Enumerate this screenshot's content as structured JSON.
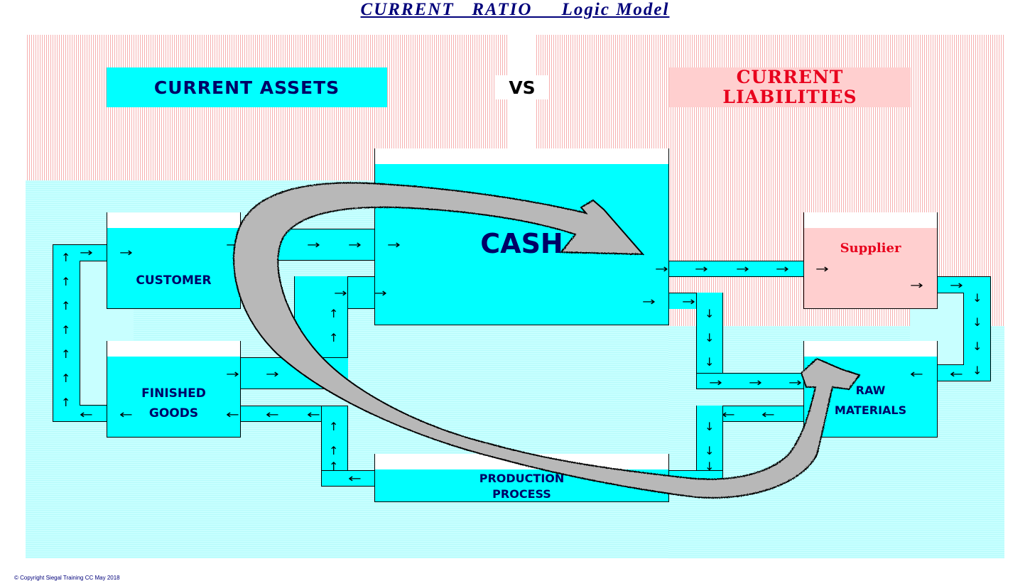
{
  "title": "CURRENT   RATIO     Logic Model",
  "assets_label": "CURRENT ASSETS",
  "vs_label": "VS",
  "liabilities_label": "CURRENT LIABILITIES",
  "nodes": {
    "cash": "CASH",
    "customer": "CUSTOMER",
    "finished_goods_line1": "FINISHED",
    "finished_goods_line2": "GOODS",
    "production_line1": "PRODUCTION",
    "production_line2": "PROCESS",
    "supplier": "Supplier",
    "raw_line1": "RAW",
    "raw_line2": "MATERIALS"
  },
  "arrow_glyphs": {
    "right": "→",
    "left": "←",
    "up": "↑",
    "down": "↓"
  },
  "colors": {
    "title": "#00007a",
    "cyan": "#00ffff",
    "pale_cyan": "#c8ffff",
    "pink": "#ffcfcf",
    "liabilities_text": "#e8001c",
    "node_text": "#000066",
    "big_arrow": "#b8b8b8"
  },
  "copyright": "©   Copyright Siegal Training CC May 2018"
}
